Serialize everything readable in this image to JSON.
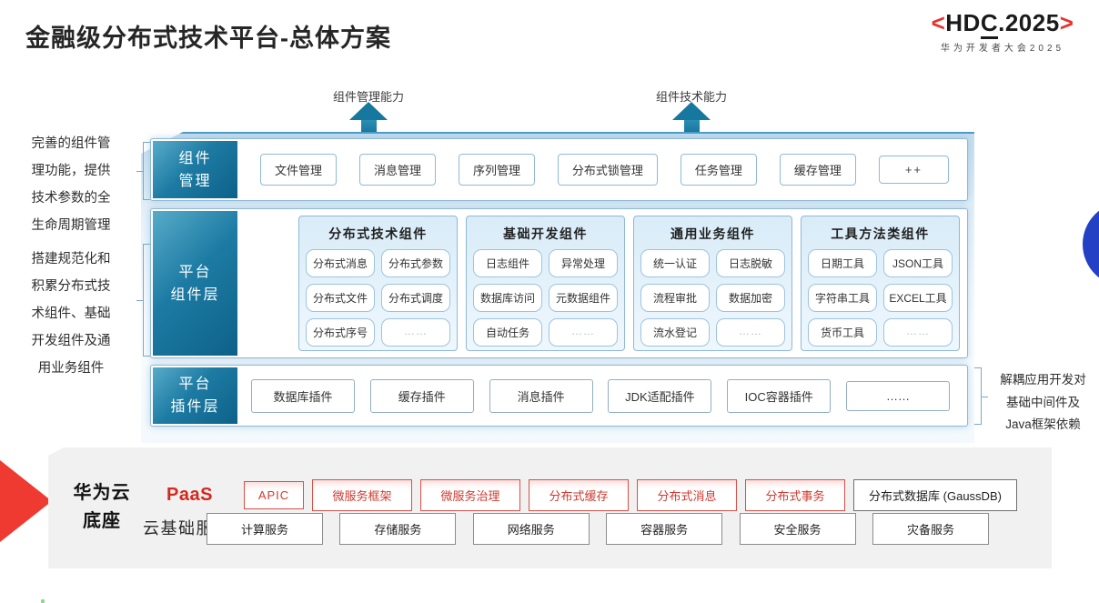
{
  "title": "金融级分布式技术平台-总体方案",
  "logo": {
    "left_bracket": "<",
    "name_pre": "HD",
    "name_underlined": "C",
    "name_post": ".2025",
    "right_bracket": ">",
    "subtitle": "华为开发者大会2025",
    "accent_color": "#e8322e"
  },
  "arrows": {
    "left": {
      "label": "组件管理能力"
    },
    "right": {
      "label": "组件技术能力"
    }
  },
  "notes": {
    "left_top": "完善的组件管\n理功能，提供\n技术参数的全\n生命周期管理",
    "left_bottom": "搭建规范化和\n积累分布式技\n术组件、基础\n开发组件及通\n用业务组件",
    "right": "解耦应用开发对\n基础中间件及\nJava框架依赖"
  },
  "layers": {
    "management": {
      "label": "组件\n管理",
      "items": [
        "文件管理",
        "消息管理",
        "序列管理",
        "分布式锁管理",
        "任务管理",
        "缓存管理",
        "++"
      ]
    },
    "components": {
      "label": "平台\n组件层",
      "columns": [
        {
          "title": "分布式技术组件",
          "items": [
            "分布式消息",
            "分布式参数",
            "分布式文件",
            "分布式调度",
            "分布式序号",
            "……"
          ]
        },
        {
          "title": "基础开发组件",
          "items": [
            "日志组件",
            "异常处理",
            "数据库访问",
            "元数据组件",
            "自动任务",
            "……"
          ]
        },
        {
          "title": "通用业务组件",
          "items": [
            "统一认证",
            "日志脱敏",
            "流程审批",
            "数据加密",
            "流水登记",
            "……"
          ]
        },
        {
          "title": "工具方法类组件",
          "items": [
            "日期工具",
            "JSON工具",
            "字符串工具",
            "EXCEL工具",
            "货币工具",
            "……"
          ]
        }
      ]
    },
    "plugins": {
      "label": "平台\n插件层",
      "items": [
        "数据库插件",
        "缓存插件",
        "消息插件",
        "JDK适配插件",
        "IOC容器插件",
        "……"
      ]
    }
  },
  "cloud": {
    "label": "华为云\n底座",
    "paas": {
      "label": "PaaS",
      "items": [
        "APIC",
        "微服务框架",
        "微服务治理",
        "分布式缓存",
        "分布式消息",
        "分布式事务"
      ],
      "neutral_item": "分布式数据库 (GaussDB)"
    },
    "iaas": {
      "label": "云基础服务",
      "items": [
        "计算服务",
        "存储服务",
        "网络服务",
        "容器服务",
        "安全服务",
        "灾备服务"
      ]
    }
  },
  "colors": {
    "teal_layer": "#17789f",
    "panel_top_line": "#4e9bc6",
    "paas_red": "#d5281e",
    "hdc_red": "#e8322e",
    "decor_blue_circle": "#2441c5",
    "cloud_panel_gray": "#f1f1f1"
  }
}
